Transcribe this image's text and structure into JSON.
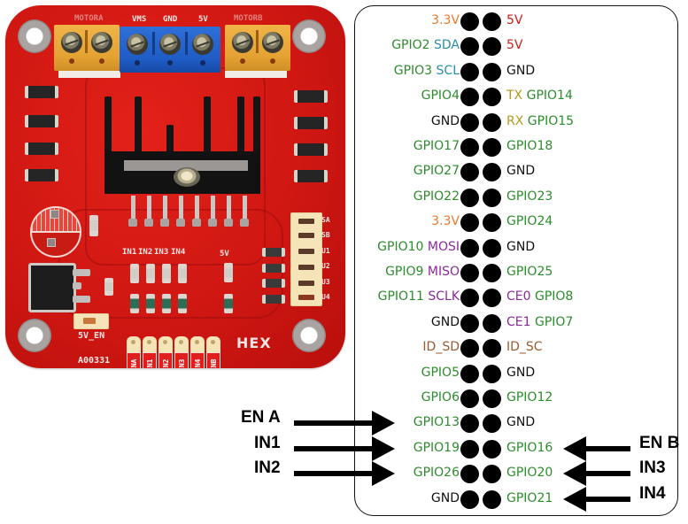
{
  "colors": {
    "gpio": "#2e8b2e",
    "power_3v3": "#e87b2a",
    "power_5v": "#d11a1a",
    "ground": "#111111",
    "i2c": "#2a8fa0",
    "spi": "#8a2a9a",
    "uart": "#b59a1a",
    "id_eeprom": "#9a5a30"
  },
  "board": {
    "terminal_labels": [
      "MOTORA",
      "VMS",
      "GND",
      "5V",
      "MOTORB"
    ],
    "led_labels": [
      "IN1",
      "IN2",
      "IN3",
      "IN4"
    ],
    "led_5v_label": "5V",
    "jumper_5v_label": "5V_EN",
    "part_number": "A00331",
    "logo": "HEX",
    "side_jumper_labels": [
      "SA",
      "SB",
      "U1",
      "U2",
      "U3",
      "U4"
    ],
    "header_labels": [
      "ENA",
      "IN1",
      "IN2",
      "IN3",
      "IN4",
      "ENB"
    ]
  },
  "pinout": {
    "rows": [
      {
        "left": [
          {
            "text": "3.3V",
            "type": "power_3v3"
          }
        ],
        "right": [
          {
            "text": "5V",
            "type": "power_5v"
          }
        ]
      },
      {
        "left": [
          {
            "text": "GPIO2",
            "type": "gpio"
          },
          {
            "text": "SDA",
            "type": "i2c"
          }
        ],
        "right": [
          {
            "text": "5V",
            "type": "power_5v"
          }
        ]
      },
      {
        "left": [
          {
            "text": "GPIO3",
            "type": "gpio"
          },
          {
            "text": "SCL",
            "type": "i2c"
          }
        ],
        "right": [
          {
            "text": "GND",
            "type": "ground"
          }
        ]
      },
      {
        "left": [
          {
            "text": "GPIO4",
            "type": "gpio"
          }
        ],
        "right": [
          {
            "text": "TX",
            "type": "uart"
          },
          {
            "text": "GPIO14",
            "type": "gpio"
          }
        ]
      },
      {
        "left": [
          {
            "text": "GND",
            "type": "ground"
          }
        ],
        "right": [
          {
            "text": "RX",
            "type": "uart"
          },
          {
            "text": "GPIO15",
            "type": "gpio"
          }
        ]
      },
      {
        "left": [
          {
            "text": "GPIO17",
            "type": "gpio"
          }
        ],
        "right": [
          {
            "text": "GPIO18",
            "type": "gpio"
          }
        ]
      },
      {
        "left": [
          {
            "text": "GPIO27",
            "type": "gpio"
          }
        ],
        "right": [
          {
            "text": "GND",
            "type": "ground"
          }
        ]
      },
      {
        "left": [
          {
            "text": "GPIO22",
            "type": "gpio"
          }
        ],
        "right": [
          {
            "text": "GPIO23",
            "type": "gpio"
          }
        ]
      },
      {
        "left": [
          {
            "text": "3.3V",
            "type": "power_3v3"
          }
        ],
        "right": [
          {
            "text": "GPIO24",
            "type": "gpio"
          }
        ]
      },
      {
        "left": [
          {
            "text": "GPIO10",
            "type": "gpio"
          },
          {
            "text": "MOSI",
            "type": "spi"
          }
        ],
        "right": [
          {
            "text": "GND",
            "type": "ground"
          }
        ]
      },
      {
        "left": [
          {
            "text": "GPIO9",
            "type": "gpio"
          },
          {
            "text": "MISO",
            "type": "spi"
          }
        ],
        "right": [
          {
            "text": "GPIO25",
            "type": "gpio"
          }
        ]
      },
      {
        "left": [
          {
            "text": "GPIO11",
            "type": "gpio"
          },
          {
            "text": "SCLK",
            "type": "spi"
          }
        ],
        "right": [
          {
            "text": "CE0",
            "type": "spi"
          },
          {
            "text": "GPIO8",
            "type": "gpio"
          }
        ]
      },
      {
        "left": [
          {
            "text": "GND",
            "type": "ground"
          }
        ],
        "right": [
          {
            "text": "CE1",
            "type": "spi"
          },
          {
            "text": "GPIO7",
            "type": "gpio"
          }
        ]
      },
      {
        "left": [
          {
            "text": "ID_SD",
            "type": "id_eeprom"
          }
        ],
        "right": [
          {
            "text": "ID_SC",
            "type": "id_eeprom"
          }
        ]
      },
      {
        "left": [
          {
            "text": "GPIO5",
            "type": "gpio"
          }
        ],
        "right": [
          {
            "text": "GND",
            "type": "ground"
          }
        ]
      },
      {
        "left": [
          {
            "text": "GPIO6",
            "type": "gpio"
          }
        ],
        "right": [
          {
            "text": "GPIO12",
            "type": "gpio"
          }
        ]
      },
      {
        "left": [
          {
            "text": "GPIO13",
            "type": "gpio"
          }
        ],
        "right": [
          {
            "text": "GND",
            "type": "ground"
          }
        ]
      },
      {
        "left": [
          {
            "text": "GPIO19",
            "type": "gpio"
          }
        ],
        "right": [
          {
            "text": "GPIO16",
            "type": "gpio"
          }
        ]
      },
      {
        "left": [
          {
            "text": "GPIO26",
            "type": "gpio"
          }
        ],
        "right": [
          {
            "text": "GPIO20",
            "type": "gpio"
          }
        ]
      },
      {
        "left": [
          {
            "text": "GND",
            "type": "ground"
          }
        ],
        "right": [
          {
            "text": "GPIO21",
            "type": "gpio"
          }
        ]
      }
    ]
  },
  "connections": {
    "left": [
      {
        "label": "EN A",
        "pin": "GPIO13",
        "row": 16
      },
      {
        "label": "IN1",
        "pin": "GPIO19",
        "row": 17
      },
      {
        "label": "IN2",
        "pin": "GPIO26",
        "row": 18
      }
    ],
    "right": [
      {
        "label": "EN B",
        "pin": "GPIO16",
        "row": 17
      },
      {
        "label": "IN3",
        "pin": "GPIO20",
        "row": 18
      },
      {
        "label": "IN4",
        "pin": "GPIO21",
        "row": 19
      }
    ]
  }
}
